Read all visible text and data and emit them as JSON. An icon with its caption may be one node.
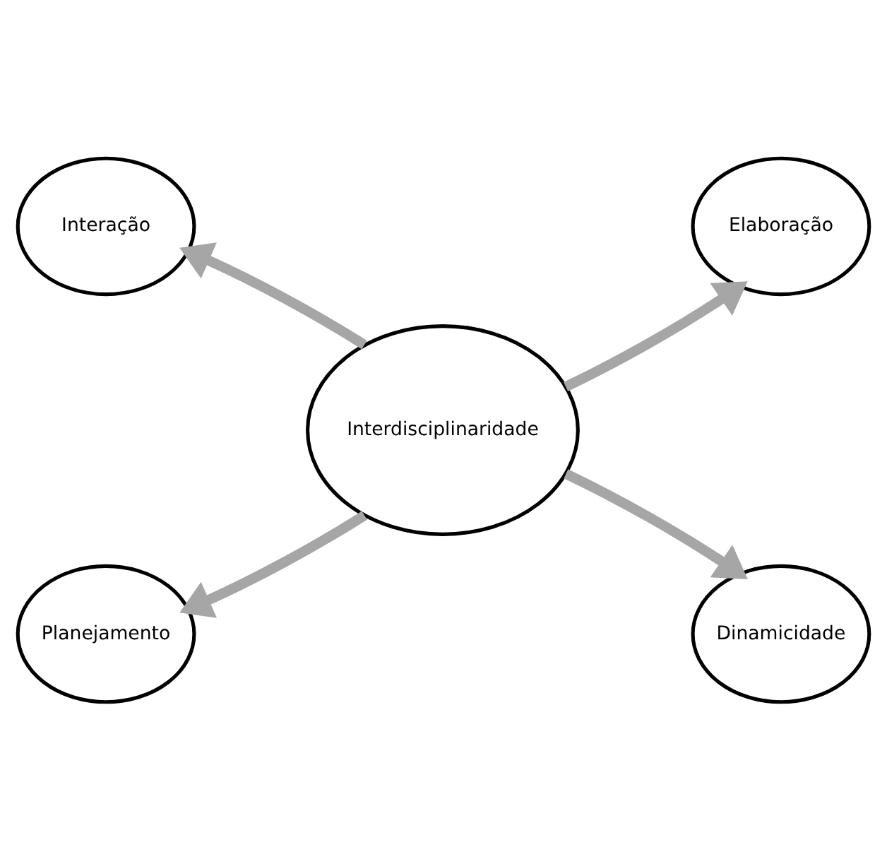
{
  "diagram": {
    "nodes": [
      {
        "text": [
          "Interação"
        ]
      },
      {
        "text": [
          "Elaboração"
        ]
      },
      {
        "text": [
          "Interdisciplinaridade"
        ]
      },
      {
        "text": [
          "Planejamento"
        ]
      },
      {
        "text": [
          "Dinamicidade"
        ]
      }
    ],
    "edges": [
      {
        "from": 2,
        "to": 0,
        "arrow": "to"
      },
      {
        "from": 2,
        "to": 1,
        "arrow": "to"
      },
      {
        "from": 2,
        "to": 3,
        "arrow": "to"
      },
      {
        "from": 2,
        "to": 4,
        "arrow": "to"
      }
    ]
  }
}
